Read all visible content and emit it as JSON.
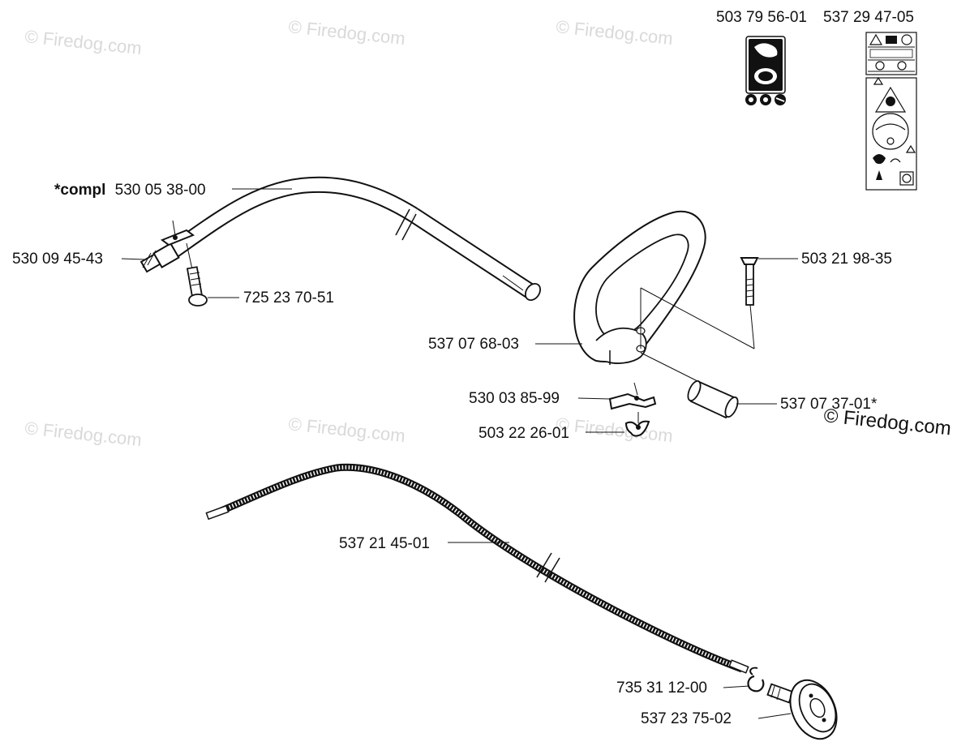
{
  "watermark": {
    "text": "© Firedog.com"
  },
  "parts": {
    "decal_1": "503 79 56-01",
    "decal_2": "537 29 47-05",
    "handle_compl_prefix": "*compl",
    "handle_compl": "530 05 38-00",
    "coupling": "530 09 45-43",
    "screw": "725 23 70-51",
    "bolt": "503 21 98-35",
    "loop_handle": "537 07 68-03",
    "bracket": "530 03 85-99",
    "sleeve": "537 07 37-01*",
    "wing_nut": "503 22 26-01",
    "drive_shaft": "537 21 45-01",
    "clip": "735 31 12-00",
    "drum": "537 23 75-02"
  }
}
